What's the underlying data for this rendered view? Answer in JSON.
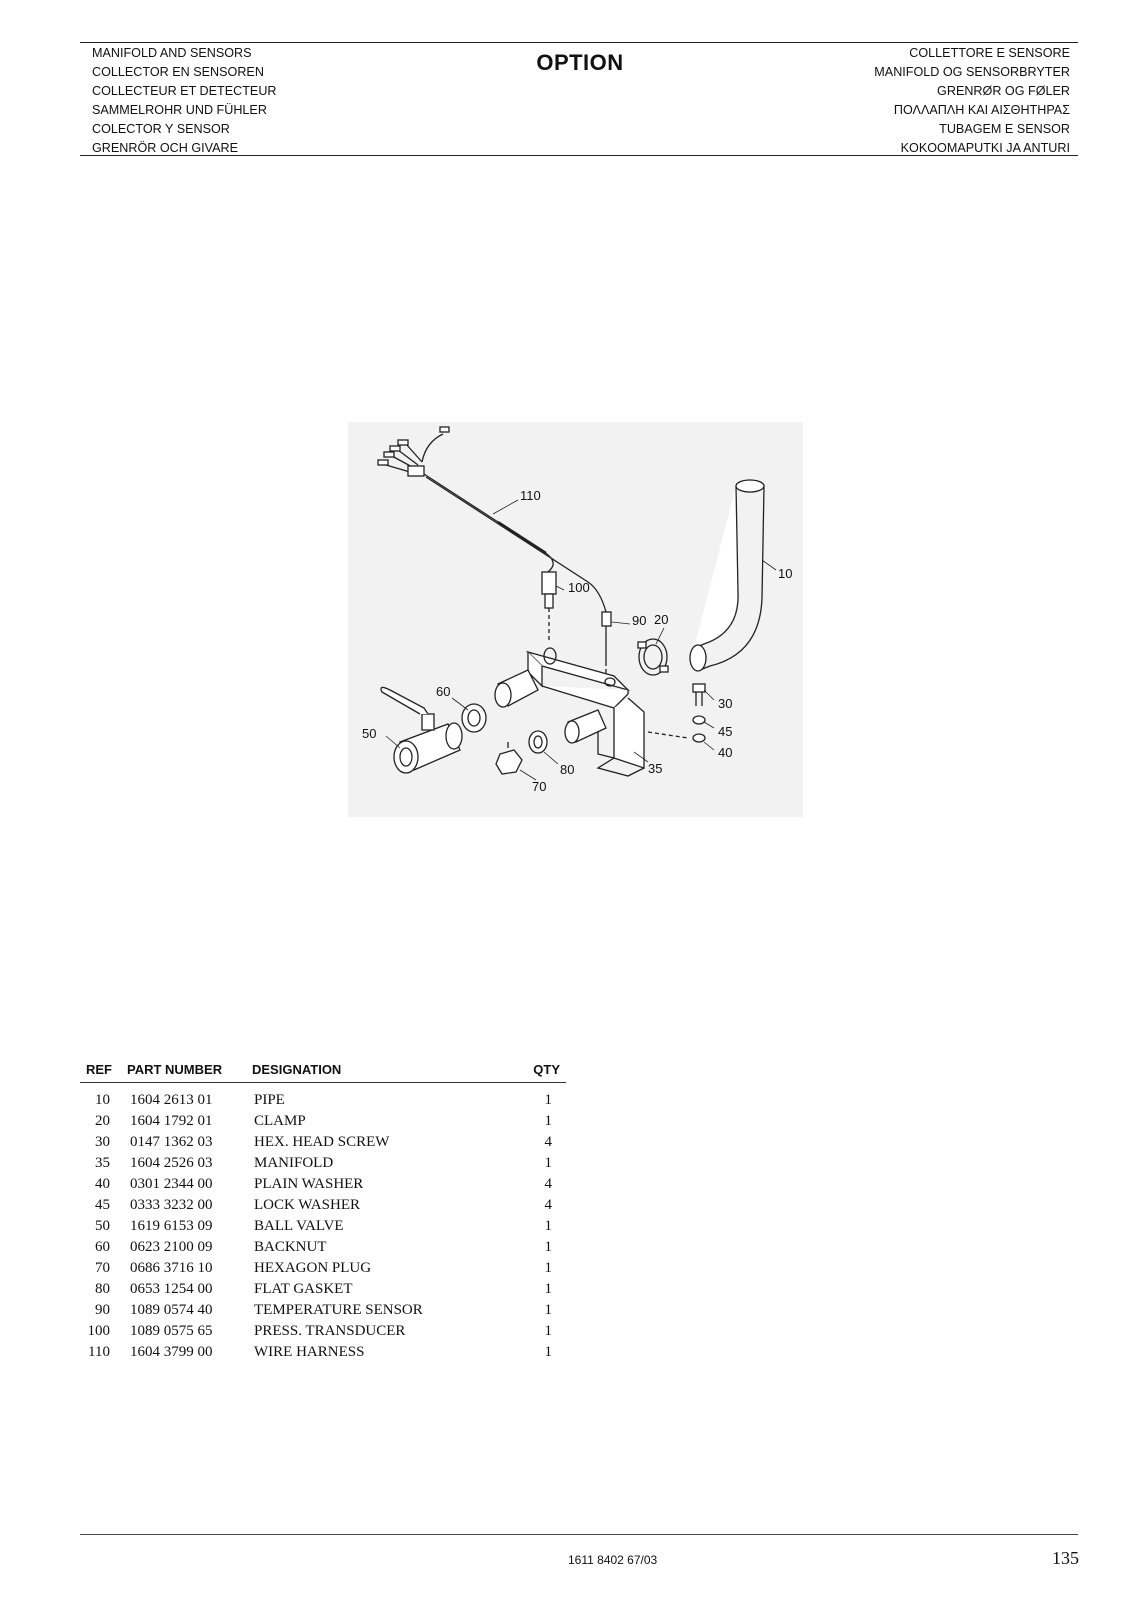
{
  "header": {
    "left_lines": [
      "MANIFOLD AND SENSORS",
      "COLLECTOR EN SENSOREN",
      "COLLECTEUR ET DETECTEUR",
      "SAMMELROHR UND FÜHLER",
      "COLECTOR Y SENSOR",
      "GRENRÖR OCH GIVARE"
    ],
    "center_title": "OPTION",
    "right_lines": [
      "COLLETTORE E SENSORE",
      "MANIFOLD OG SENSORBRYTER",
      "GRENRØR OG FØLER",
      "ΠΟΛΛΑΠΛΗ ΚΑΙ ΑΙΣΘΗΤΗΡΑΣ",
      "TUBAGEM E SENSOR",
      "KOKOOMAPUTKI JA ANTURI"
    ]
  },
  "figure": {
    "callouts": [
      "110",
      "100",
      "90",
      "20",
      "10",
      "60",
      "50",
      "30",
      "45",
      "40",
      "80",
      "35",
      "70"
    ]
  },
  "parts_table": {
    "headers": {
      "ref": "REF",
      "part_number": "PART NUMBER",
      "designation": "DESIGNATION",
      "qty": "QTY"
    },
    "rows": [
      {
        "ref": "10",
        "part_number": "1604 2613 01",
        "designation": "PIPE",
        "qty": "1"
      },
      {
        "ref": "20",
        "part_number": "1604 1792 01",
        "designation": "CLAMP",
        "qty": "1"
      },
      {
        "ref": "30",
        "part_number": "0147 1362 03",
        "designation": "HEX. HEAD SCREW",
        "qty": "4"
      },
      {
        "ref": "35",
        "part_number": "1604 2526 03",
        "designation": "MANIFOLD",
        "qty": "1"
      },
      {
        "ref": "40",
        "part_number": "0301 2344 00",
        "designation": "PLAIN WASHER",
        "qty": "4"
      },
      {
        "ref": "45",
        "part_number": "0333 3232 00",
        "designation": "LOCK WASHER",
        "qty": "4"
      },
      {
        "ref": "50",
        "part_number": "1619 6153 09",
        "designation": "BALL VALVE",
        "qty": "1"
      },
      {
        "ref": "60",
        "part_number": "0623 2100 09",
        "designation": "BACKNUT",
        "qty": "1"
      },
      {
        "ref": "70",
        "part_number": "0686 3716 10",
        "designation": "HEXAGON PLUG",
        "qty": "1"
      },
      {
        "ref": "80",
        "part_number": "0653 1254 00",
        "designation": "FLAT GASKET",
        "qty": "1"
      },
      {
        "ref": "90",
        "part_number": "1089 0574 40",
        "designation": "TEMPERATURE SENSOR",
        "qty": "1"
      },
      {
        "ref": "100",
        "part_number": "1089 0575 65",
        "designation": "PRESS. TRANSDUCER",
        "qty": "1"
      },
      {
        "ref": "110",
        "part_number": "1604 3799 00",
        "designation": "WIRE HARNESS",
        "qty": "1"
      }
    ]
  },
  "footer": {
    "doc_code": "1611 8402 67/03",
    "page_number": "135"
  }
}
